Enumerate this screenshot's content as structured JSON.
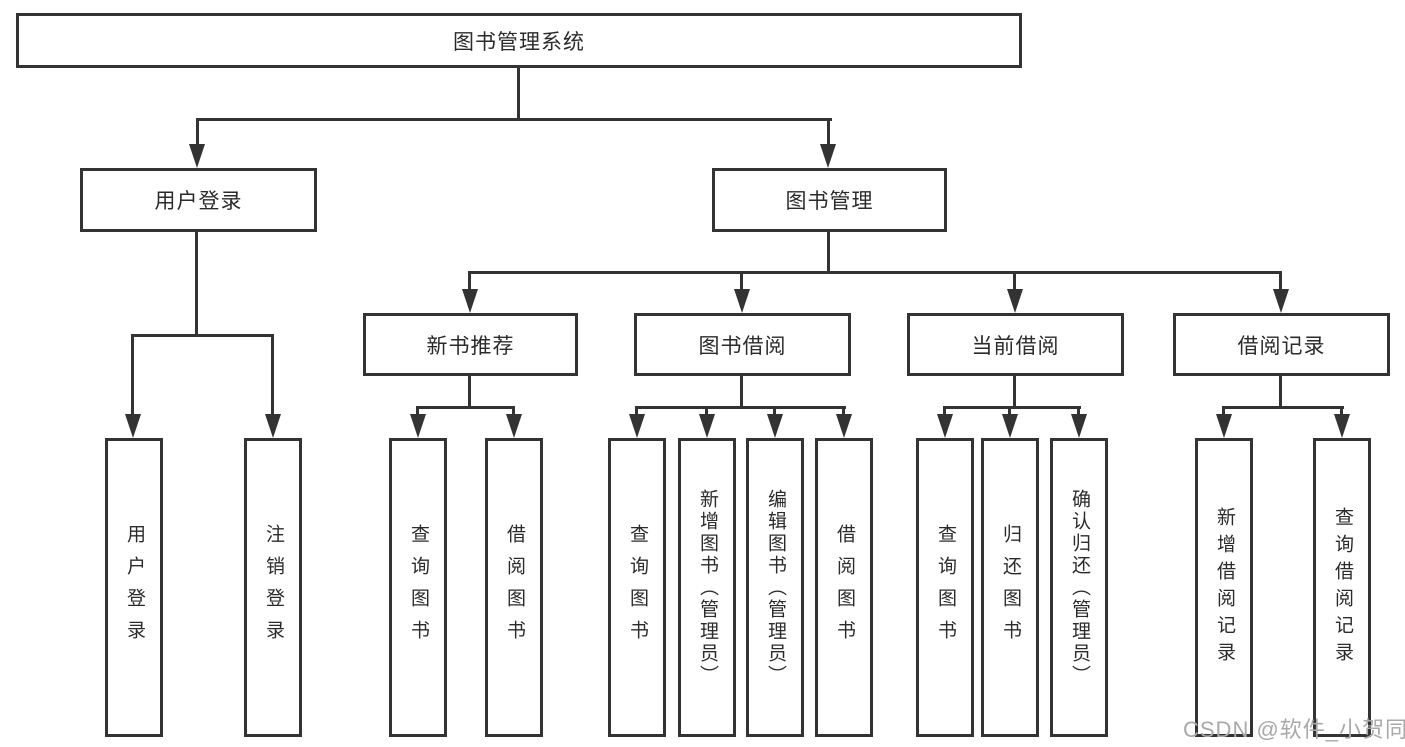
{
  "diagram": {
    "root": {
      "label": "图书管理系统"
    },
    "level2": [
      {
        "label": "用户登录"
      },
      {
        "label": "图书管理"
      }
    ],
    "level3": [
      {
        "label": "新书推荐"
      },
      {
        "label": "图书借阅"
      },
      {
        "label": "当前借阅"
      },
      {
        "label": "借阅记录"
      }
    ],
    "leaves": {
      "user_login": [
        "用户登录",
        "注销登录"
      ],
      "new_books": [
        "查询图书",
        "借阅图书"
      ],
      "book_borrow": [
        "查询图书",
        "新增图书（管理员）",
        "编辑图书（管理员）",
        "借阅图书"
      ],
      "current_borrow": [
        "查询图书",
        "归还图书",
        "确认归还（管理员）"
      ],
      "borrow_records": [
        "新增借阅记录",
        "查询借阅记录"
      ]
    }
  },
  "watermark": "CSDN @软件_小贺同学",
  "colors": {
    "line": "#333333",
    "text": "#2b2b2b",
    "watermark": "#a9a9a9",
    "background": "#ffffff"
  }
}
